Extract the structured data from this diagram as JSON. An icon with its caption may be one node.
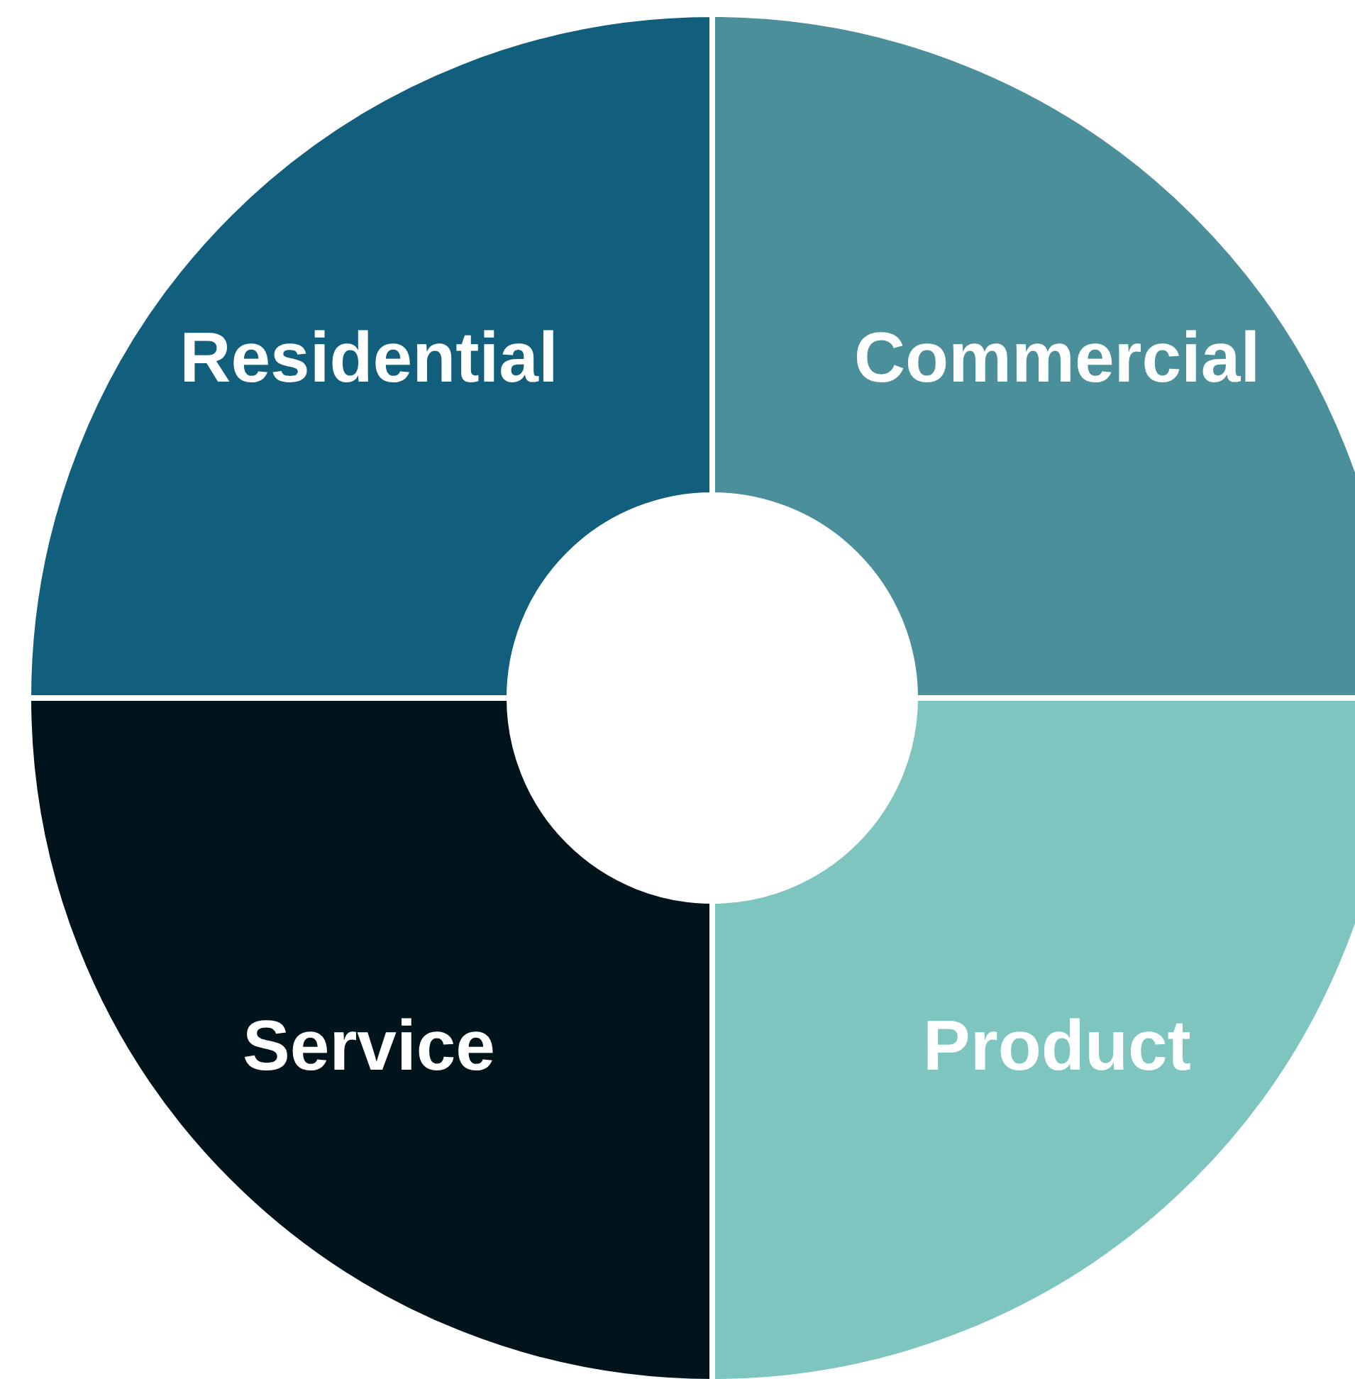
{
  "diagram": {
    "nodes": [
      {
        "text": [
          "Residential"
        ]
      },
      {
        "text": [
          "Commercial"
        ]
      },
      {
        "text": [
          "Service"
        ]
      },
      {
        "text": [
          "Product"
        ]
      }
    ]
  }
}
